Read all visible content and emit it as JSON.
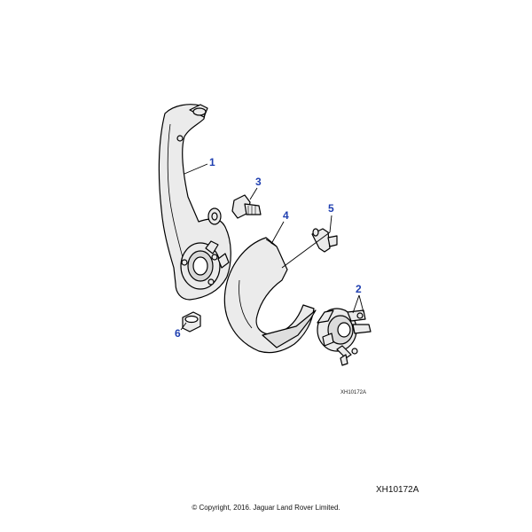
{
  "callouts": {
    "c1": "1",
    "c2": "2",
    "c3": "3",
    "c4": "4",
    "c5": "5",
    "c6": "6"
  },
  "drawing_code_small": "XH10172A",
  "drawing_code_large": "XH10172A",
  "copyright": "© Copyright, 2016. Jaguar Land Rover Limited.",
  "colors": {
    "callout": "#1f3fb0",
    "line": "#000000",
    "part_fill": "#ebebeb"
  }
}
